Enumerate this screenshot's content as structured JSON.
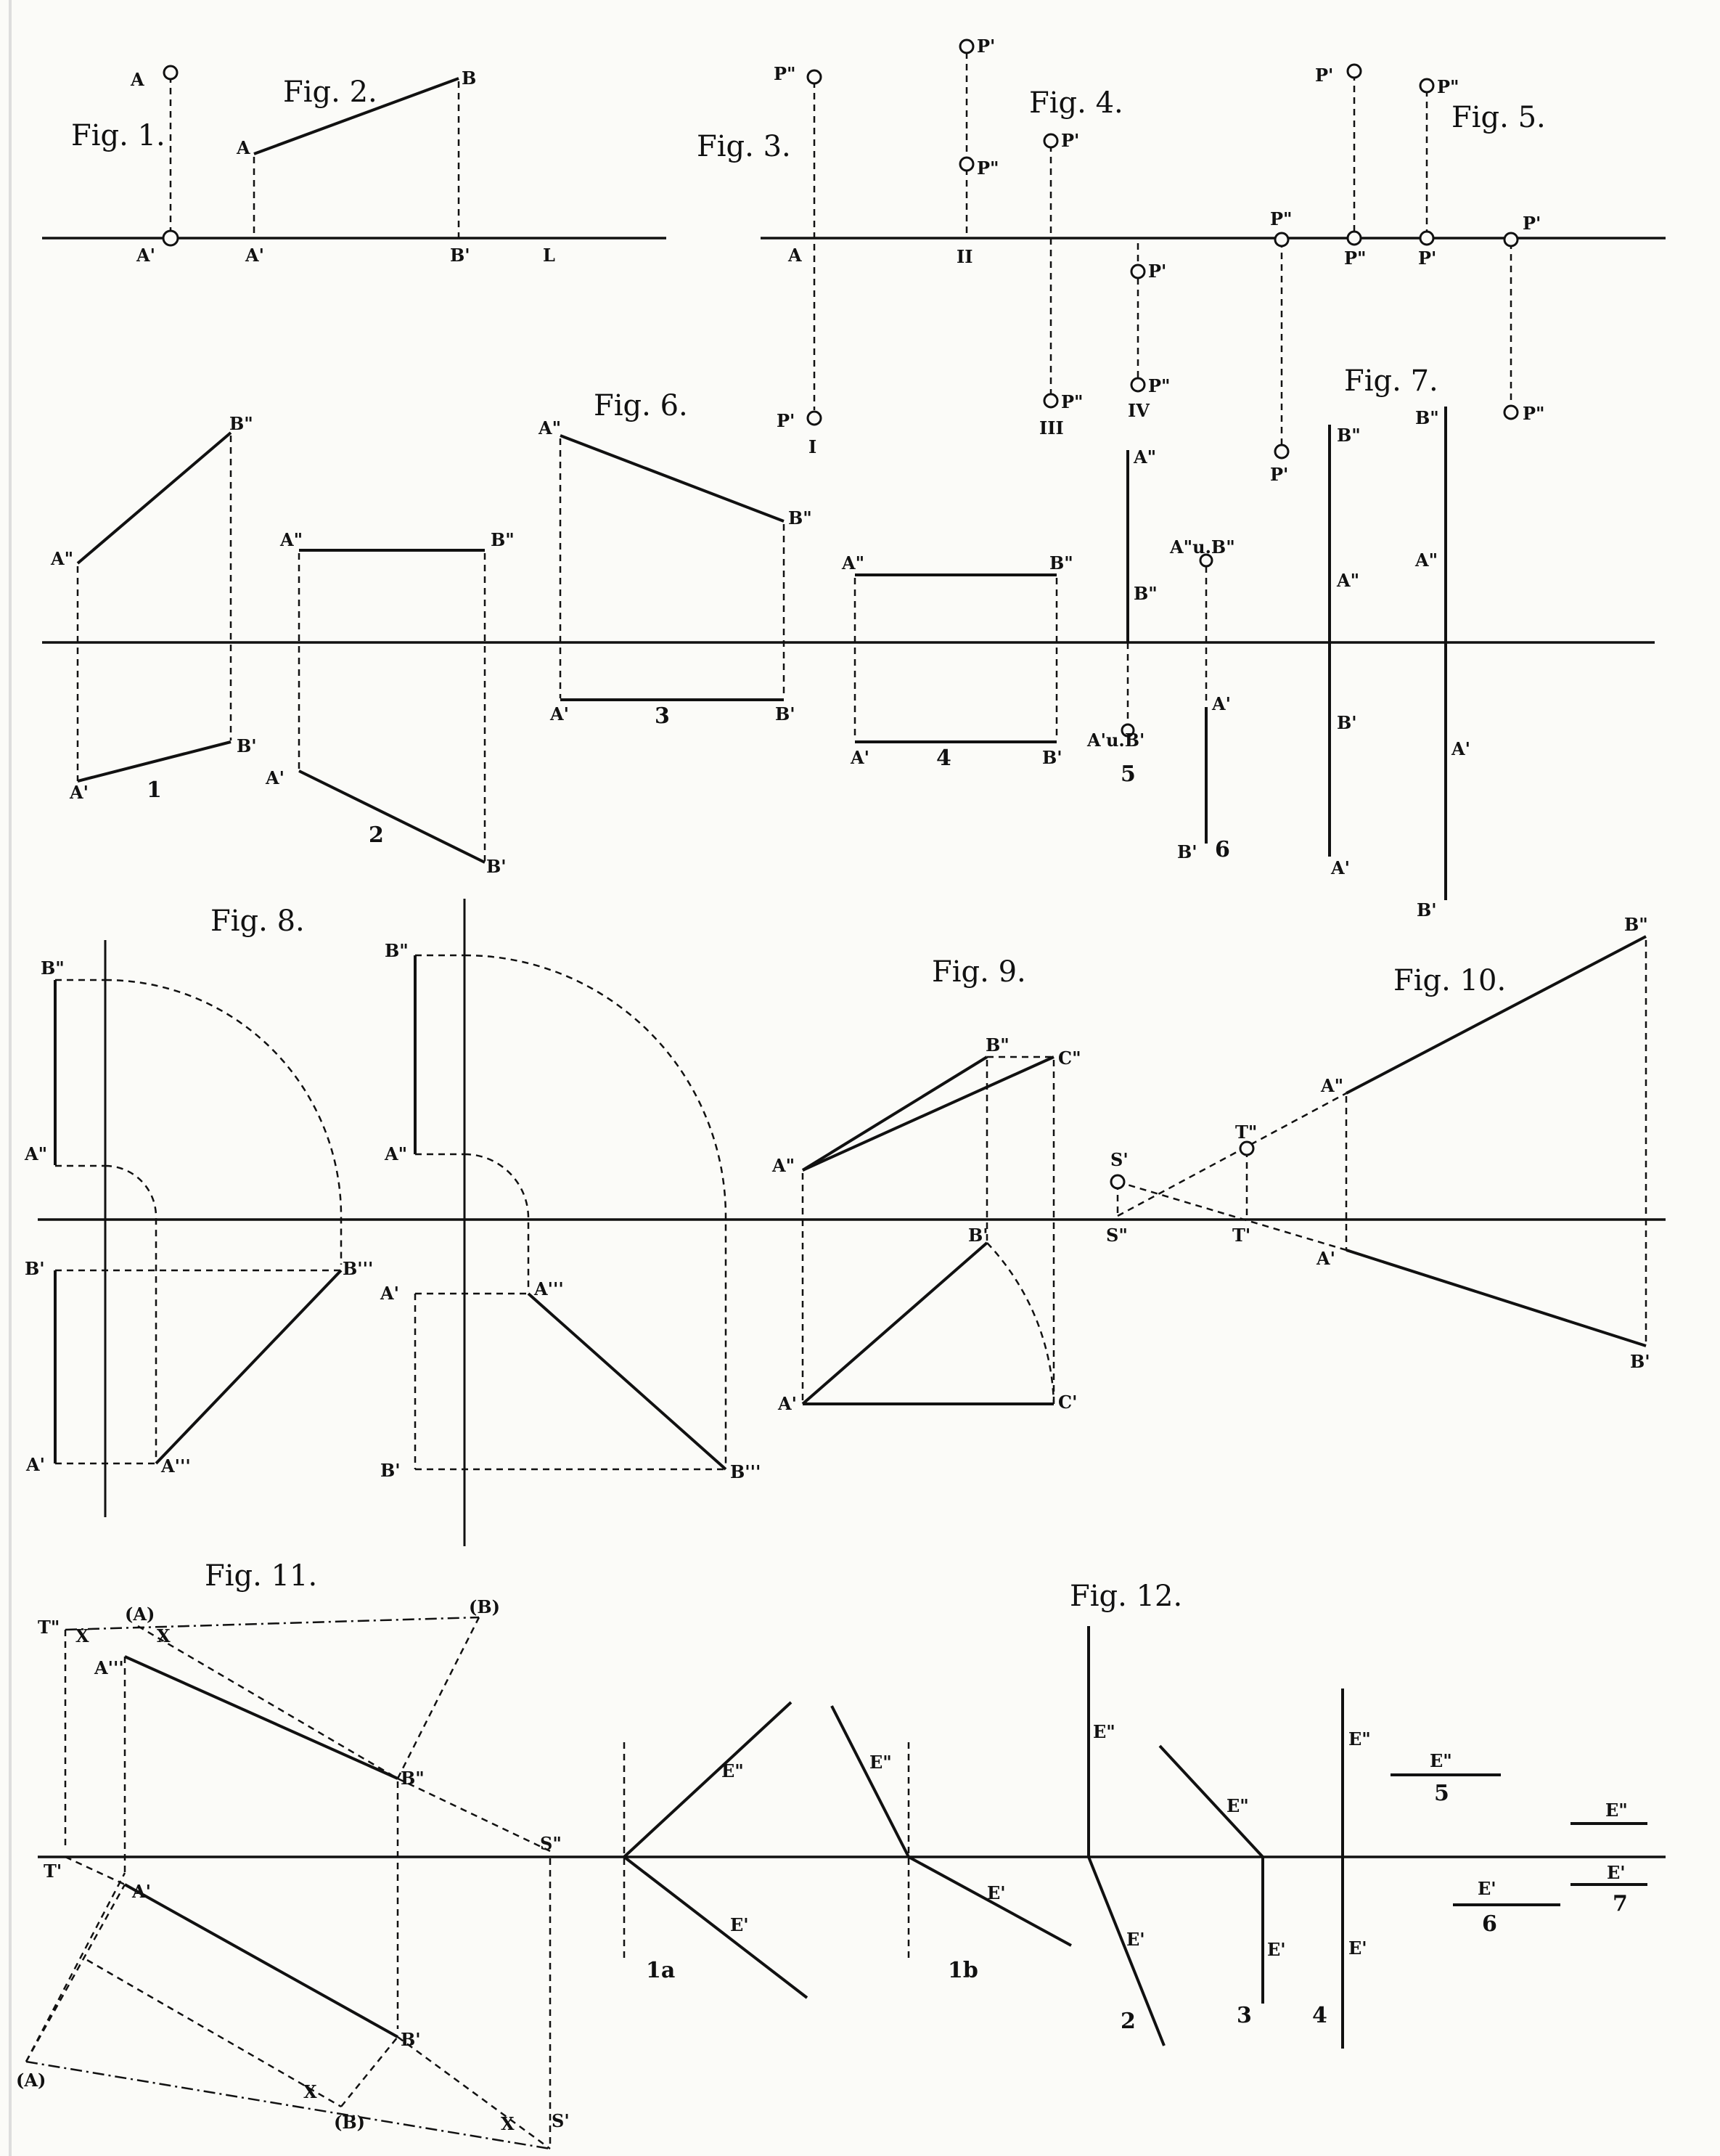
{
  "figures": {
    "f1": {
      "title": "Fig. 1.",
      "labels": [
        "A",
        "A'"
      ]
    },
    "f2": {
      "title": "Fig. 2.",
      "labels": [
        "A",
        "B",
        "A'",
        "B'",
        "L"
      ]
    },
    "f3": {
      "title": "Fig. 3.",
      "labels": [
        "P\"",
        "A",
        "P'",
        "I"
      ]
    },
    "f4": {
      "title": "Fig. 4.",
      "labels": [
        "P'",
        "P\"",
        "II",
        "P'",
        "P\"",
        "III",
        "P'",
        "P\"",
        "IV"
      ]
    },
    "f5": {
      "title": "Fig. 5.",
      "labels": [
        "P'",
        "P\"",
        "P\"",
        "P\"",
        "P'",
        "P'",
        "P'",
        "P\""
      ]
    },
    "f6": {
      "title": "Fig. 6.",
      "labels": [
        "B\"",
        "A\"",
        "B'",
        "A'",
        "1",
        "A\"",
        "B\"",
        "A'",
        "B'",
        "2",
        "A\"",
        "B\"",
        "A'",
        "B'",
        "3",
        "A\"",
        "B\"",
        "A'",
        "B'",
        "4",
        "A\"",
        "B\"",
        "A'u.B'",
        "5",
        "A\"u.B\"",
        "A'",
        "B'",
        "6"
      ]
    },
    "f7": {
      "title": "Fig. 7.",
      "labels": [
        "B\"",
        "A\"",
        "B'",
        "A'",
        "B\"",
        "A\"",
        "A'",
        "B'"
      ]
    },
    "f8": {
      "title": "Fig. 8.",
      "labels": [
        "B\"",
        "A\"",
        "B'",
        "B'''",
        "A'",
        "A'''",
        "B\"",
        "A\"",
        "A'",
        "A'''",
        "B'",
        "B'''"
      ]
    },
    "f9": {
      "title": "Fig. 9.",
      "labels": [
        "B\"",
        "C\"",
        "A\"",
        "B'",
        "A'",
        "C'"
      ]
    },
    "f10": {
      "title": "Fig. 10.",
      "labels": [
        "B\"",
        "A\"",
        "T\"",
        "S'",
        "S\"",
        "T'",
        "A'",
        "B'"
      ]
    },
    "f11": {
      "title": "Fig. 11.",
      "labels": [
        "T\"",
        "(A)",
        "(B)",
        "X",
        "X",
        "A'''",
        "B\"",
        "S\"",
        "T'",
        "A'",
        "B'",
        "(A)",
        "(B)",
        "X",
        "X",
        "S'"
      ]
    },
    "f12": {
      "title": "Fig. 12.",
      "labels": [
        "E\"",
        "E'",
        "1a",
        "E\"",
        "E'",
        "1b",
        "E\"",
        "E'",
        "2",
        "E\"",
        "E'",
        "3",
        "E\"",
        "E'",
        "4",
        "E\"",
        "5",
        "E'",
        "6",
        "E\"",
        "E'",
        "7"
      ]
    }
  }
}
